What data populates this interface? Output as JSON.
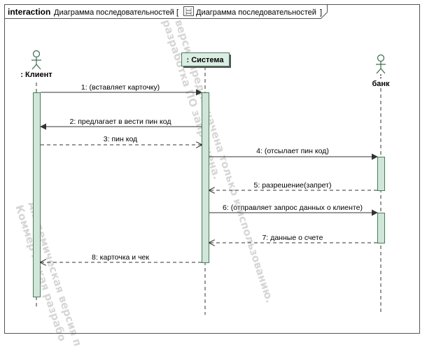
{
  "frame": {
    "keyword": "interaction",
    "title": "Диаграмма последовательностей [",
    "diagram_name": "Диаграмма последовательностей",
    "close_bracket": "]",
    "diagram_icon": "sequence-diagram-icon"
  },
  "lifelines": [
    {
      "id": "client",
      "label": ": Клиент",
      "kind": "actor"
    },
    {
      "id": "system",
      "label": ": Система",
      "kind": "object"
    },
    {
      "id": "bank",
      "label_top": ":",
      "label": "банк",
      "kind": "actor"
    }
  ],
  "messages": [
    {
      "n": "1",
      "text": "1: (вставляет карточку)",
      "from": "client",
      "to": "system",
      "style": "sync"
    },
    {
      "n": "2",
      "text": "2: предлагает в вести пин код",
      "from": "system",
      "to": "client",
      "style": "sync"
    },
    {
      "n": "3",
      "text": "3: пин код",
      "from": "client",
      "to": "system",
      "style": "reply"
    },
    {
      "n": "4",
      "text": "4: (отсылает пин код)",
      "from": "system",
      "to": "bank",
      "style": "sync"
    },
    {
      "n": "5",
      "text": "5: разрешение(запрет)",
      "from": "bank",
      "to": "system",
      "style": "reply"
    },
    {
      "n": "6",
      "text": "6: (отправляет запрос данных о клиенте)",
      "from": "system",
      "to": "bank",
      "style": "sync"
    },
    {
      "n": "7",
      "text": "7: данные о счете",
      "from": "bank",
      "to": "system",
      "style": "reply"
    },
    {
      "n": "8",
      "text": "8: карточка и чек",
      "from": "system",
      "to": "client",
      "style": "reply"
    }
  ],
  "watermarks": [
    "версия предназначена только к использованию.",
    "разработка ПО запрещена.",
    "Академическая версия п",
    "Коммерческая разрабо"
  ],
  "colors": {
    "activation_fill": "#cfe6d8",
    "activation_stroke": "#4a7a5d",
    "object_fill": "#dbeee3",
    "actor_stroke": "#3a6a4d",
    "line": "#333333"
  }
}
